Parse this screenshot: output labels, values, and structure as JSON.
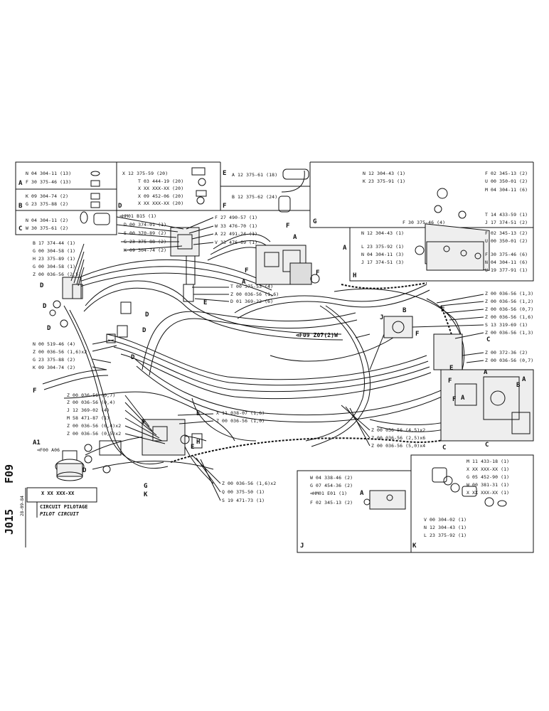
{
  "sheet": {
    "doc_code_1": "F09",
    "doc_code_2": "J015",
    "date": "28-09-84",
    "part_number": "X XX XXX-XX",
    "title_fr": "CIRCUIT PILOTAGE",
    "title_en": "PILOT CIRCUIT"
  },
  "panel_A": {
    "letter": "A",
    "items": [
      "N 04 304-11 (13)",
      "F 30 375-46 (13)"
    ]
  },
  "panel_B": {
    "letter": "B",
    "items": [
      "K 09 304-74 (2)",
      "G 23 375-88 (2)"
    ]
  },
  "panel_C": {
    "letter": "C",
    "items": [
      "N 04 304-11 (2)",
      "W 30 375-61 (2)"
    ]
  },
  "panel_D": {
    "letter": "D",
    "items": [
      "X 12 375-59 (20)",
      "T 03 444-19 (20)",
      "X XX XXX-XX (20)",
      "X 09 452-06 (20)",
      "X XX XXX-XX (20)"
    ]
  },
  "panel_E": {
    "letter": "E",
    "items": [
      "A 12 375-61 (18)"
    ]
  },
  "panel_F": {
    "letter": "F",
    "items": [
      "B 12 375-62 (24)"
    ]
  },
  "panel_G": {
    "letter": "G",
    "items": [
      "N 12 304-43 (1)",
      "K 23 375-91 (1)",
      "F 02 345-13 (2)",
      "U 00 350-01 (2)",
      "M 04 304-11 (6)",
      "T 14 433-59 (1)",
      "J 17 374-51 (2)",
      "F 30 375-46 (4)"
    ]
  },
  "panel_H": {
    "letter": "H",
    "items": [
      "N 12 304-43 (1)",
      "L 23 375-92 (1)",
      "N 04 304-11 (3)",
      "J 17 374-51 (3)",
      "F 02 345-13 (2)",
      "U 00 350-01 (2)",
      "F 30 375-46 (6)",
      "N 04 304-11 (6)",
      "U 19 377-91 (1)"
    ]
  },
  "panel_J": {
    "letter": "J",
    "items": [
      "W 04 338-46 (2)",
      "G 07 454-36 (2)",
      "⊲HM01 E01 (1)",
      "F 02 345-13 (2)"
    ],
    "marker": "A"
  },
  "panel_K": {
    "letter": "K",
    "items": [
      "M 11 433-18 (1)",
      "X XX XXX-XX (1)",
      "G 05 452-90 (1)",
      "W 00 381-31 (1)",
      "X XX XXX-XX (1)",
      "V 00 304-02 (1)",
      "N 12 304-43 (1)",
      "L 23 375-92 (1)"
    ]
  },
  "main_labels": {
    "top_center": [
      "⊲HM01 B15 (1)",
      "D 00 374-01 (1)",
      "S 00 370-89 (2)",
      "G 23 375-88 (2)",
      "K 09 304-74 (2)"
    ],
    "top_center_right": [
      "F 27 490-57 (1)",
      "W 33 476-70 (1)",
      "A 22 491-24 (1)",
      "V 33 476-69 (1)"
    ],
    "left_upper": [
      "B 17 374-44 (1)",
      "G 00 304-58 (1)",
      "H 23 375-89 (1)",
      "G 00 304-58 (1)",
      "Z 00 036-56 (2,5)"
    ],
    "center_mid": [
      "T 00 375-53 (4)",
      "Z 00 036-56 (1,6)",
      "D 01 369-22 (6)"
    ],
    "center_ref": "⊲F09 Z07(2)W",
    "right_column": [
      "Z 00 036-56 (1,3)",
      "Z 00 036-56 (1,2)",
      "Z 00 036-56 (0,7)",
      "Z 00 036-56 (1,6)",
      "S 13 319-69 (1)",
      "Z 00 036-56 (1,3)"
    ],
    "right_lower": [
      "Z 00 372-36 (2)",
      "Z 00 036-56 (0,7)"
    ],
    "left_mid": [
      "N 00 519-46 (4)",
      "Z 00 036-56 (1,6)x2",
      "G 23 375-88 (2)",
      "K 09 304-74 (2)"
    ],
    "left_lower": [
      "Z 00 036-56 (0,7)",
      "Z 00 036-56 (0,4)",
      "J 12 369-02 (4)",
      "M 58 471-87 (1)",
      "Z 00 036-56 (0,4)x2",
      "Z 00 036-56 (0,5)x2"
    ],
    "center_lower": [
      "X 11 038-07 (1,6)",
      "Z 00 036-56 (1,0)"
    ],
    "center_bottom": [
      "Z 00 036-56 (4,5)x2",
      "Z 00 036-56 (2,5)x6",
      "Z 00 036-56 (5,0)x4"
    ],
    "bottom": [
      "Z 00 036-56 (1,6)x2",
      "Q 00 375-50 (1)",
      "S 19 471-73 (1)"
    ],
    "bottom_left_ref": "⊲F00 A06",
    "a1": "A1"
  },
  "callouts": {
    "A": "A",
    "B": "B",
    "C": "C",
    "D": "D",
    "E": "E",
    "F": "F",
    "G": "G",
    "H": "H",
    "J": "J",
    "K": "K"
  }
}
